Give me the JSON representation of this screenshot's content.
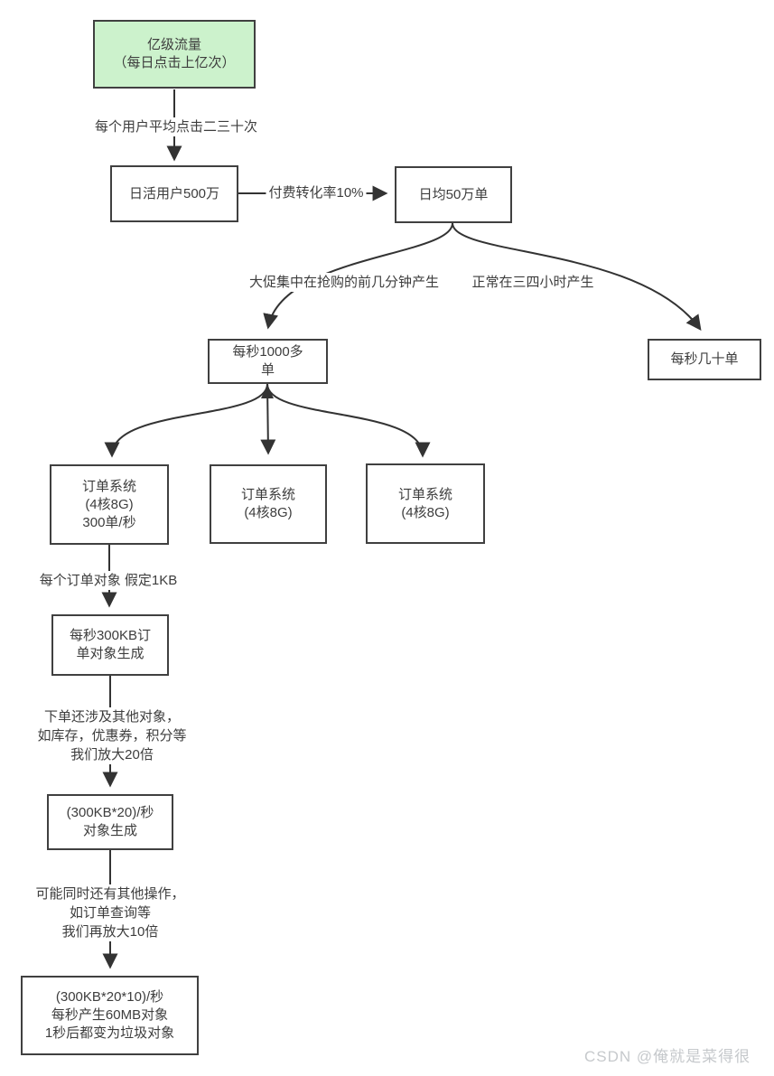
{
  "colors": {
    "node_fill": "#ffffff",
    "node_border": "#404040",
    "highlight_fill": "#ccf2cc",
    "text": "#3d3d3d",
    "edge": "#333333",
    "watermark_text": "#c6c9cc"
  },
  "nodes": {
    "traffic": {
      "text": "亿级流量\n（每日点击上亿次）"
    },
    "dau": {
      "text": "日活用户500万"
    },
    "daily_orders": {
      "text": "日均50万单"
    },
    "peak_orders": {
      "text": "每秒1000多\n单"
    },
    "normal_orders": {
      "text": "每秒几十单"
    },
    "order_sys_1": {
      "text": "订单系统\n(4核8G)\n300单/秒"
    },
    "order_sys_2": {
      "text": "订单系统\n(4核8G)"
    },
    "order_sys_3": {
      "text": "订单系统\n(4核8G)"
    },
    "obj_300kb": {
      "text": "每秒300KB订\n单对象生成"
    },
    "obj_x20": {
      "text": "(300KB*20)/秒\n对象生成"
    },
    "obj_final": {
      "text": "(300KB*20*10)/秒\n每秒产生60MB对象\n1秒后都变为垃圾对象"
    }
  },
  "edge_labels": {
    "clicks_per_user": "每个用户平均点击二三十次",
    "conversion": "付费转化率10%",
    "promo_burst": "大促集中在抢购的前几分钟产生",
    "normal_spread": "正常在三四小时产生",
    "order_obj_size": "每个订单对象 假定1KB",
    "amplify_20x": "下单还涉及其他对象，\n如库存，优惠券，积分等\n我们放大20倍",
    "amplify_10x": "可能同时还有其他操作，\n如订单查询等\n我们再放大10倍"
  },
  "watermark": "CSDN @俺就是菜得很"
}
